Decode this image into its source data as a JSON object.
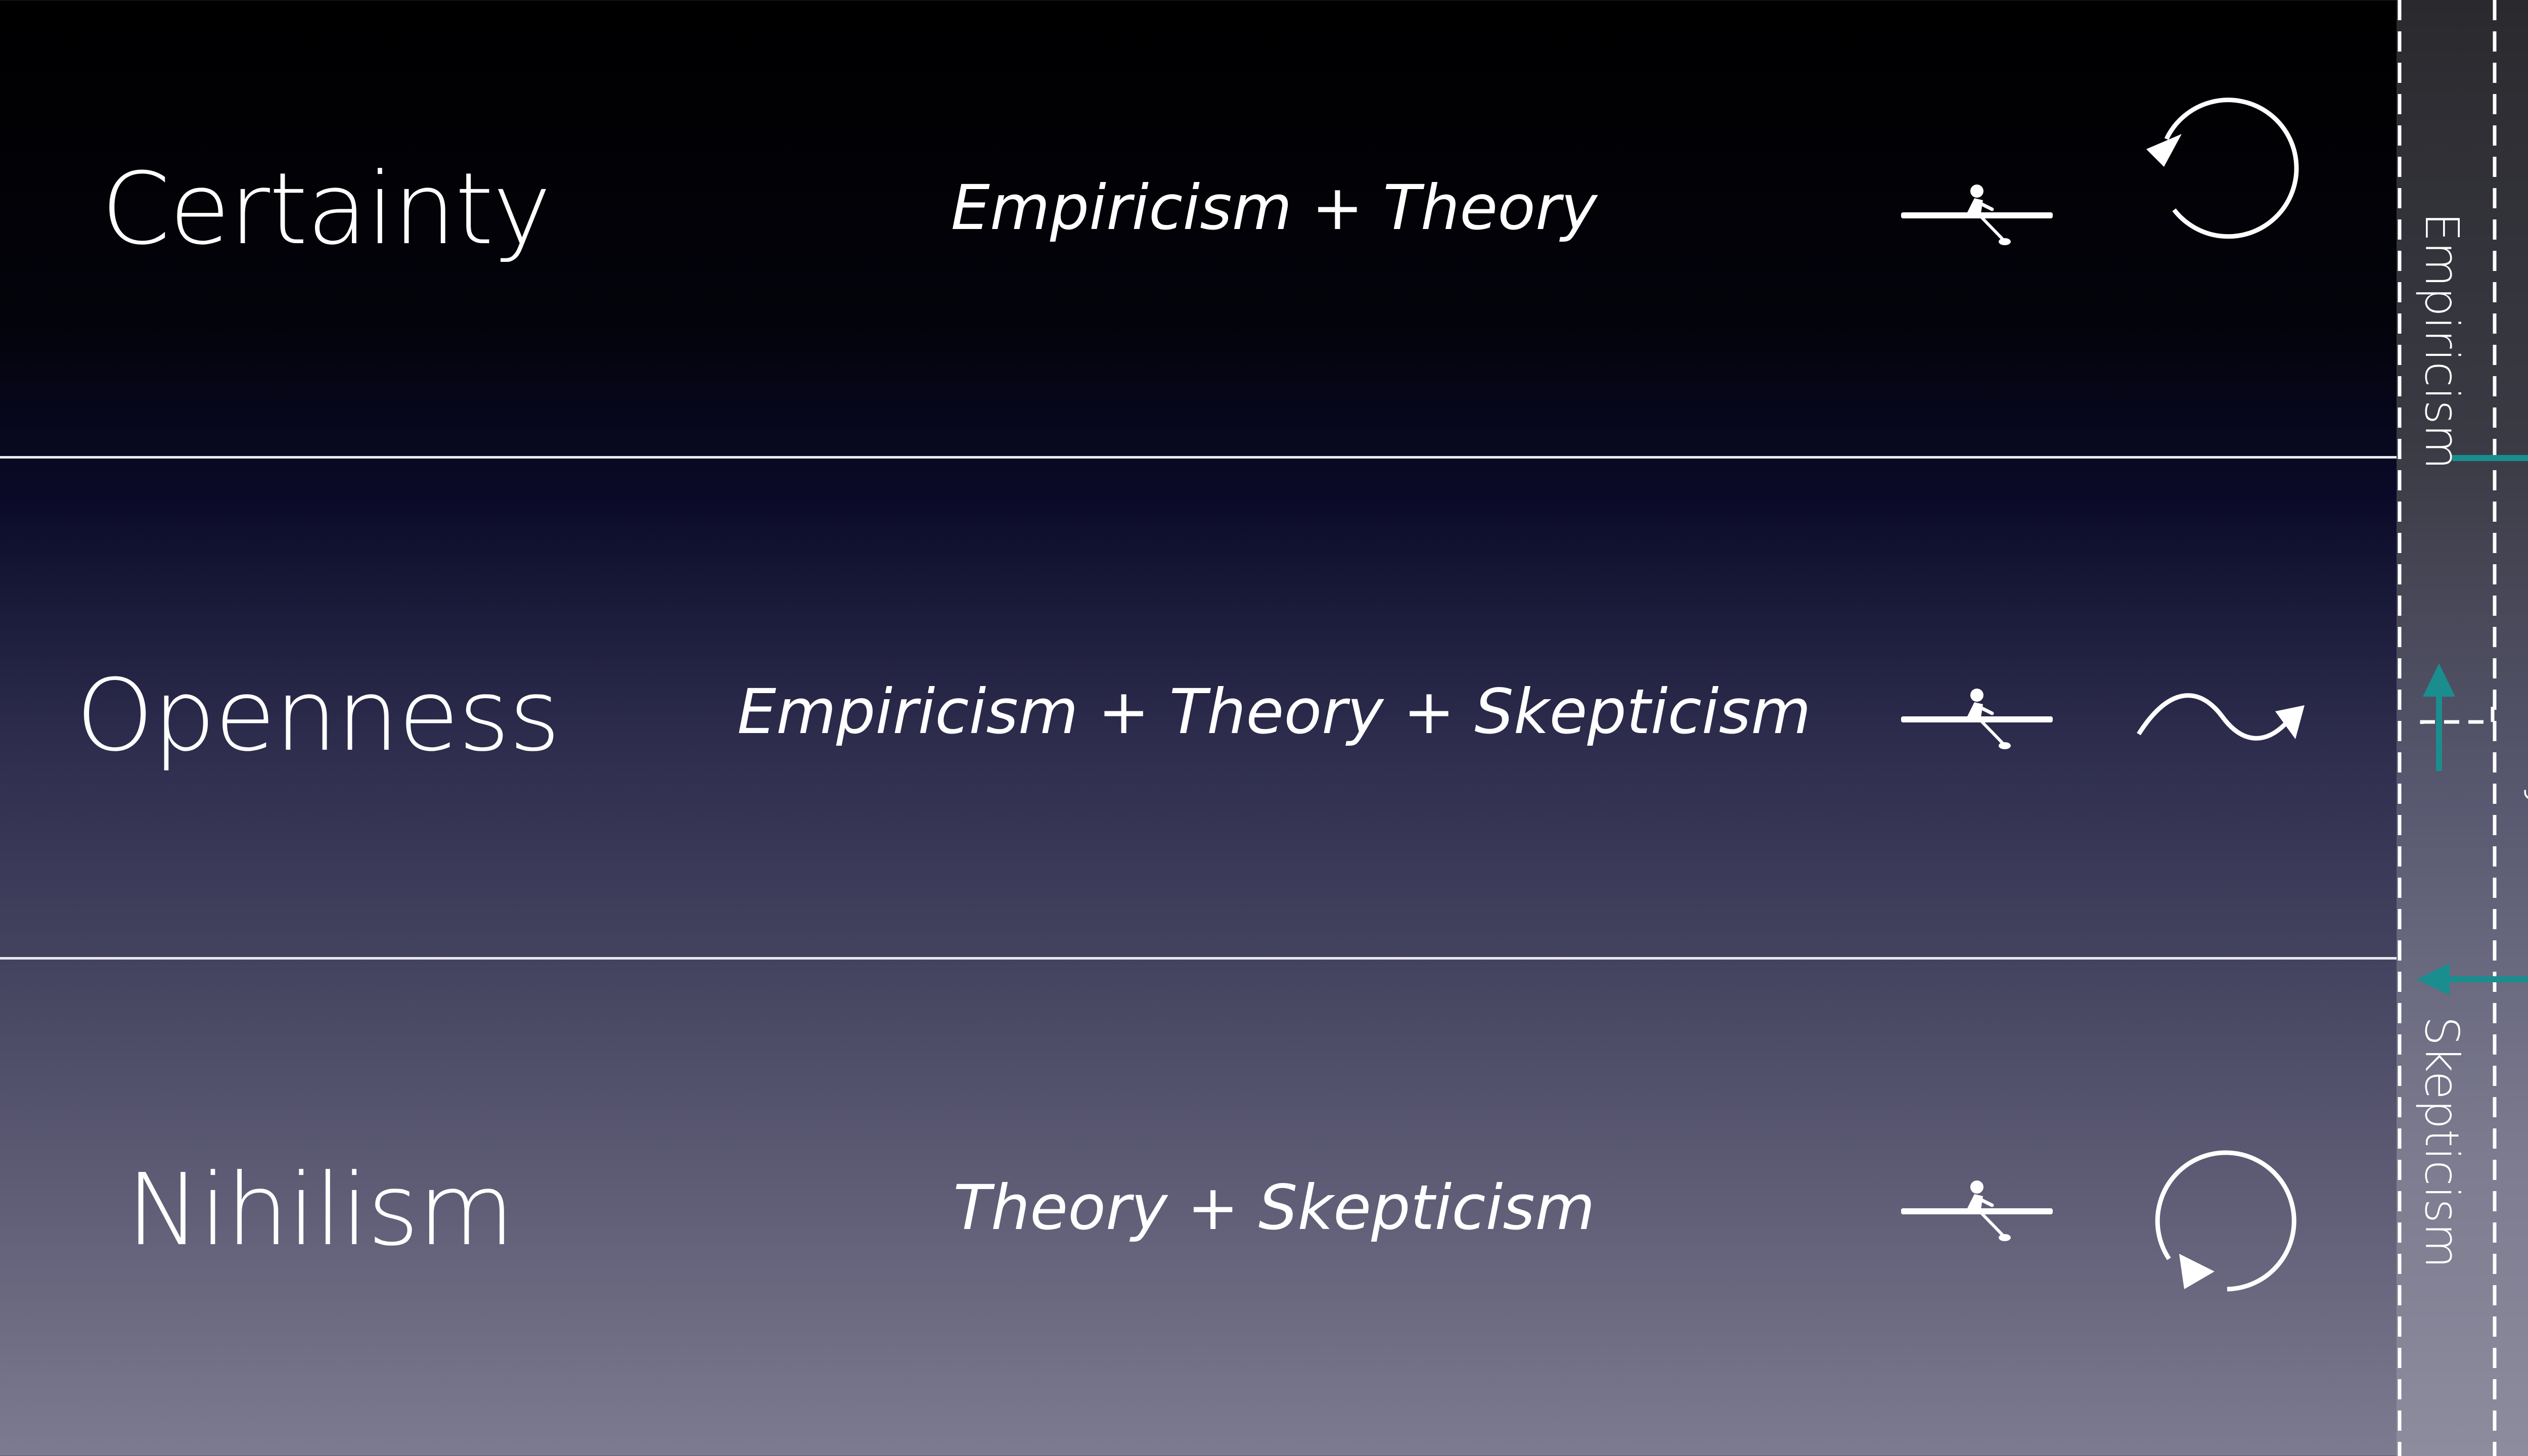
{
  "rows": [
    {
      "label": "Certainty",
      "formula": "Empiricism + Theory",
      "motion_icon": "circular-arrow-icon"
    },
    {
      "label": "Openness",
      "formula": "Empiricism + Theory + Skepticism",
      "motion_icon": "wave-arrow-icon"
    },
    {
      "label": "Nihilism",
      "formula": "Theory + Skepticism",
      "motion_icon": "circular-arrow-icon"
    }
  ],
  "side_panel": {
    "empiricism_label": "Empiricism",
    "theory_label": "Theory",
    "skepticism_label": "Skepticism"
  },
  "colors": {
    "arrow_accent": "#1a8e8e",
    "dashed_line": "#ffffff",
    "divider": "#e8e8ee"
  }
}
